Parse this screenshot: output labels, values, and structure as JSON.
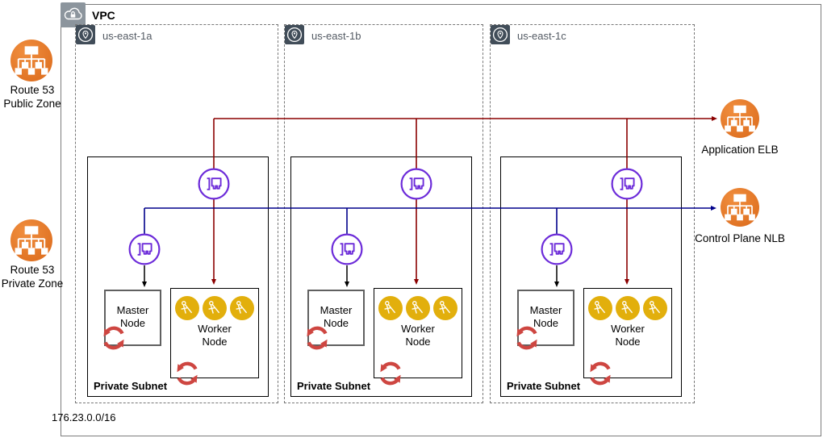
{
  "vpc": {
    "label": "VPC",
    "cidr": "176.23.0.0/16",
    "icon": "vpc-cloud-lock-icon"
  },
  "external": {
    "route53_public": {
      "line1": "Route 53",
      "line2": "Public Zone",
      "icon": "route53-hierarchy-icon"
    },
    "route53_private": {
      "line1": "Route 53",
      "line2": "Private Zone",
      "icon": "route53-hierarchy-icon"
    }
  },
  "load_balancers": {
    "app_elb": {
      "label": "Application ELB",
      "icon": "load-balancer-icon"
    },
    "control_nlb": {
      "label": "Control Plane NLB",
      "icon": "load-balancer-icon"
    }
  },
  "azs": [
    {
      "name": "us-east-1a",
      "icon": "availability-zone-pin-icon",
      "subnet_label": "Private Subnet",
      "master_line1": "Master",
      "master_line2": "Node",
      "worker_line1": "Worker",
      "worker_line2": "Node"
    },
    {
      "name": "us-east-1b",
      "icon": "availability-zone-pin-icon",
      "subnet_label": "Private Subnet",
      "master_line1": "Master",
      "master_line2": "Node",
      "worker_line1": "Worker",
      "worker_line2": "Node"
    },
    {
      "name": "us-east-1c",
      "icon": "availability-zone-pin-icon",
      "subnet_label": "Private Subnet",
      "master_line1": "Master",
      "master_line2": "Node",
      "worker_line1": "Worker",
      "worker_line2": "Node"
    }
  ],
  "icons_legend": {
    "eni": "elastic-network-interface-icon",
    "worker_instance": "compass-instance-icon",
    "sync": "sync-arrows-icon"
  },
  "colors": {
    "orange": "#E8782F",
    "gold": "#E2AF0C",
    "purple": "#6C2BD9",
    "dark_red_line": "#8B0000",
    "dark_blue_line": "#00008B",
    "sync_red": "#CE4641",
    "az_icon_bg": "#414D59",
    "vpc_icon_bg": "#8C959D",
    "az_text": "#545B64",
    "vpc_border": "#7C7C7C",
    "subnet_border": "#000000"
  }
}
